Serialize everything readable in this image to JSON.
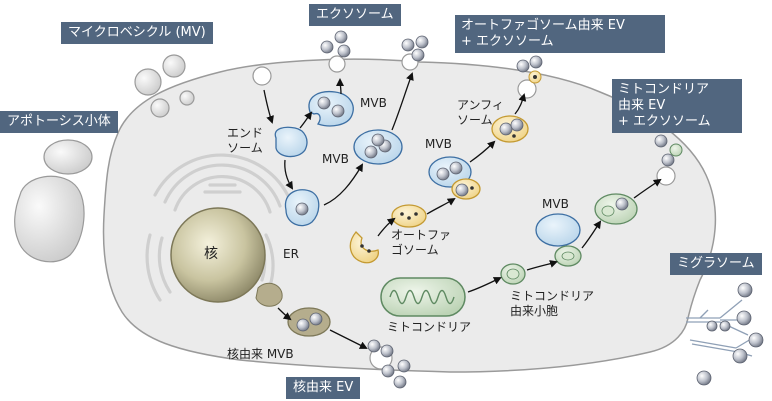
{
  "tags": {
    "mv": "マイクロベシクル (MV)",
    "exosome": "エクソソーム",
    "autophagy_line1": "オートファゴソーム由来 EV",
    "autophagy_line2": "+ エクソソーム",
    "apoptotic": "アポトーシス小体",
    "mito_line1": "ミトコンドリア",
    "mito_line2": "由来 EV",
    "mito_line3": "+ エクソソーム",
    "migrasome": "ミグラソーム",
    "nuclear_ev": "核由来 EV"
  },
  "labels": {
    "mvb_top": "MVB",
    "endosome_line1": "エンド",
    "endosome_line2": "ソーム",
    "mvb_mid": "MVB",
    "amphisome_line1": "アンフィ",
    "amphisome_line2": "ソーム",
    "mvb_auto": "MVB",
    "autophagosome_line1": "オートファ",
    "autophagosome_line2": "ゴソーム",
    "er": "ER",
    "nucleus": "核",
    "mvb_mito": "MVB",
    "mito_vesicle_line1": "ミトコンドリア",
    "mito_vesicle_line2": "由来小胞",
    "mitochondria": "ミトコンドリア",
    "nuclear_mvb": "核由来 MVB"
  },
  "colors": {
    "cell_fill": "#ebebeb",
    "cell_stroke": "#9a9a9a",
    "tag_bg": "#51667f",
    "mvb_fill": "#cfe3f1",
    "mvb_stroke": "#3d6fa3",
    "autophagy_fill": "#f6e2a9",
    "autophagy_stroke": "#c49a32",
    "mito_fill": "#cfe0c9",
    "mito_stroke": "#5f8a62",
    "nucleus_fill": "#c9c5a2",
    "nuclear_mvb_fill": "#b5ad8d",
    "ev_dot": "#b5b9c4"
  }
}
